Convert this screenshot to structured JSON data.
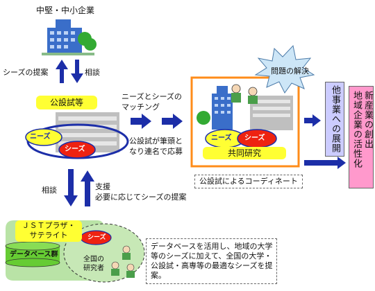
{
  "top_org": "中堅・中小企業",
  "label_seeds_proposal_up": "シーズの提案",
  "label_consult_up": "相談",
  "public_lab": "公設試等",
  "needs": "ニーズ",
  "seeds": "シーズ",
  "matching": "ニーズとシーズの\nマッチング",
  "collab_note": "公設試が筆頭と\nなり連名で応募",
  "problem_solved": "問題の解決",
  "joint_research": "共同研究",
  "coordinate_label": "公設試によるコーディネート",
  "other_business": "他事業への展開",
  "new_industry": "新産業の創出\n地域企業の活性化",
  "label_consult_down": "相談",
  "label_support": "支援\n必要に応じてシーズの提案",
  "jst_plaza": "ＪＳＴプラザ・\nサテライト",
  "database": "データベース群",
  "nationwide_researchers": "全国の\n研究者",
  "db_desc": "データベースを活用し、地域の大学\n等のシーズに加えて、全国の大学・\n公設試・高専等の最適なシーズを提\n案。",
  "colors": {
    "yellow": "#ffff33",
    "purple": "#ccccff",
    "pink": "#ff99cc",
    "navy": "#1c2ea8",
    "green": "#66cc33",
    "red": "#ee2211"
  }
}
